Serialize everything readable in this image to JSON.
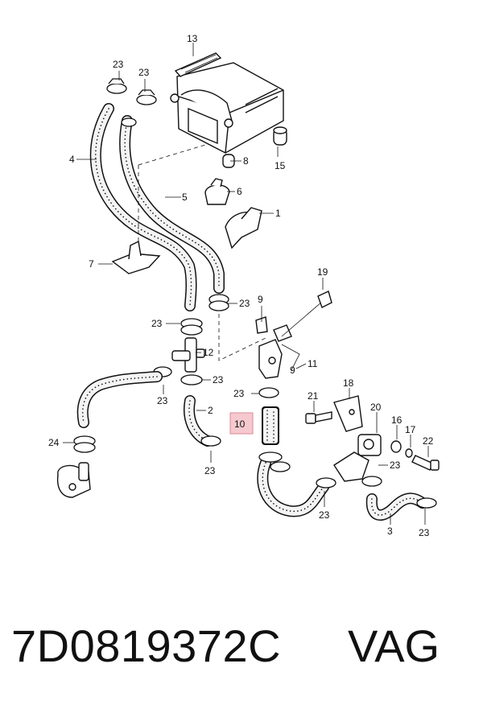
{
  "callouts": {
    "c1": "1",
    "c2": "2",
    "c3": "3",
    "c4": "4",
    "c5": "5",
    "c6": "6",
    "c7": "7",
    "c8": "8",
    "c9a": "9",
    "c9b": "9",
    "c10": "10",
    "c11": "11",
    "c12": "12",
    "c13": "13",
    "c15": "15",
    "c16": "16",
    "c17": "17",
    "c18": "18",
    "c19": "19",
    "c20": "20",
    "c21": "21",
    "c22": "22",
    "c24": "24",
    "c23": "23"
  },
  "highlight_color": "#f6c9cf",
  "footer": {
    "part_number": "7D0819372C",
    "brand": "VAG"
  }
}
